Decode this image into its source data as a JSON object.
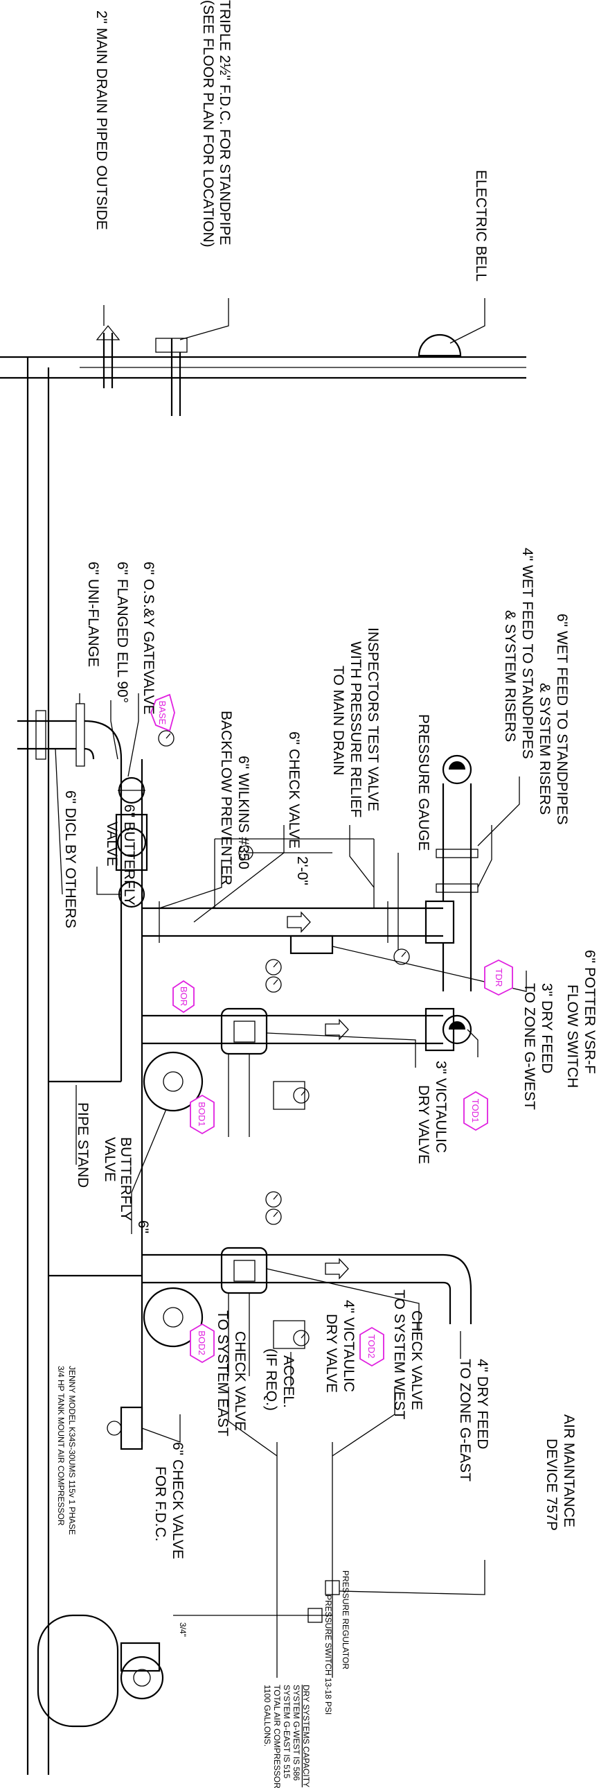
{
  "labels": {
    "fdc_line1": "TRIPLE 2½\" F.D.C. FOR STANDPIPE",
    "fdc_line2": "(SEE FLOOR PLAN FOR LOCATION)",
    "main_drain": "2\" MAIN DRAIN PIPED OUTSIDE",
    "electric_bell": "ELECTRIC BELL",
    "wet_feed_6_line1": "6\" WET FEED TO STANDPIPES",
    "wet_feed_6_line2": "& SYSTEM RISERS",
    "wet_feed_4_line1": "4\" WET FEED TO STANDPIPES",
    "wet_feed_4_line2": "& SYSTEM RISERS",
    "pressure_gauge": "PRESSURE GAUGE",
    "inspectors_line1": "INSPECTORS TEST VALVE",
    "inspectors_line2": "WITH PRESSURE RELIEF",
    "inspectors_line3": "TO MAIN DRAIN",
    "check_valve_6": "6\" CHECK VALVE",
    "wilkins_line1": "6\" WILKINS #350",
    "wilkins_line2": "BACKFLOW PREVENTER",
    "osy_gatevalve": "6\" O.S.&Y GATEVALVE",
    "flanged_ell": "6\" FLANGED ELL 90°",
    "uni_flange": "6\" UNI-FLANGE",
    "butterfly_6_line1": "6\" BUTTERFLY",
    "butterfly_6_line2": "VALVE",
    "dicl": "6\" DICL BY OTHERS",
    "dim_2_0": "2'-0\"",
    "potter_line1": "6\" POTTER VSR-F",
    "potter_line2": "FLOW SWITCH",
    "dry_feed_3_line1": "3\" DRY FEED",
    "dry_feed_3_line2": "TO ZONE G-WEST",
    "victaulic_3_line1": "3\" VICTAULIC",
    "victaulic_3_line2": "DRY VALVE",
    "pipe_stand": "PIPE STAND",
    "butterfly_line1": "BUTTERFLY",
    "butterfly_line2": "VALVE",
    "six_inch": "6\"",
    "victaulic_4_line1": "4\" VICTAULIC",
    "victaulic_4_line2": "DRY VALVE",
    "dry_feed_4_line1": "4\" DRY FEED",
    "dry_feed_4_line2": "TO ZONE G-EAST",
    "check_west_line1": "CHECK VALVE",
    "check_west_line2": "TO SYSTEM WEST",
    "accel_line1": "ACCEL.",
    "accel_line2": "(IF REQ.)",
    "check_east_line1": "CHECK VALVE",
    "check_east_line2": "TO SYSTEM EAST",
    "check_fdc_line1": "6\" CHECK VALVE",
    "check_fdc_line2": "FOR F.D.C.",
    "air_maint_line1": "AIR MAINTANCE",
    "air_maint_line2": "DEVICE 757P",
    "jenny_line1": "JENNY MODEL K34S-30UMS 115v 1 PHASE",
    "jenny_line2": "3/4 HP TANK MOUNT AIR COMPRESSOR",
    "pressure_regulator": "PRESSURE REGULATOR",
    "pressure_switch": "PRESSURE SWITCH 13-18 PSI",
    "three_quarter": "3/4\"",
    "capacity_line1": "DRY SYSTEMS CAPACITY",
    "capacity_line2": "SYSTEM G-WEST IS 586",
    "capacity_line3": "SYSTEM G-EAST IS 515",
    "capacity_line4": "TOTAL AIR COMPRESSOR",
    "capacity_line5": "1100 GALLONS."
  },
  "tags": {
    "base": "BASE",
    "tdr": "TDR",
    "bor": "BOR",
    "bod1": "BOD1",
    "tod1": "TOD1",
    "bod2": "BOD2",
    "tod2": "TOD2"
  },
  "colors": {
    "line": "#000000",
    "tag": "#e020e0",
    "background": "#ffffff"
  }
}
